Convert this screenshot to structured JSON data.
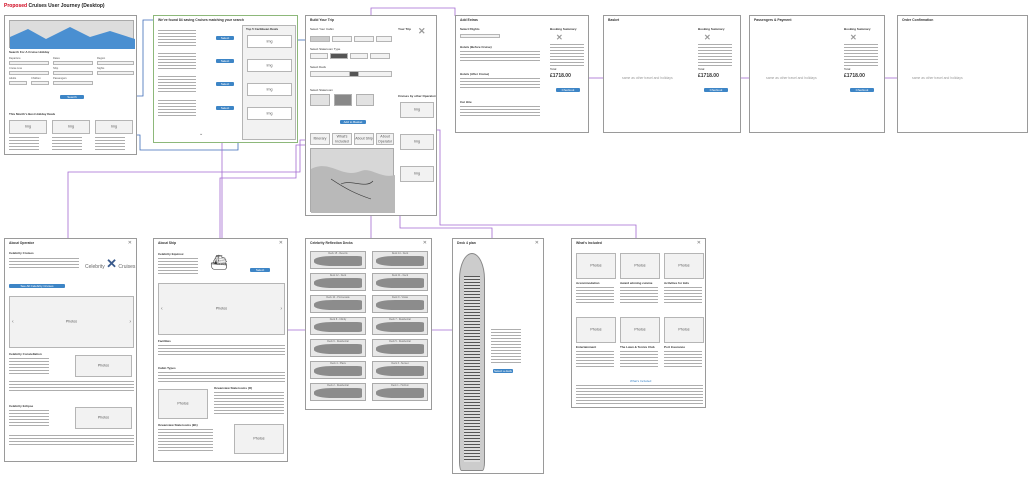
{
  "diagram_title": {
    "part1": "Proposed",
    "part2": "Cruises User Journey (Desktop)"
  },
  "colors": {
    "title_red": "#d0021b",
    "button_blue": "#3d85c6",
    "connector_purple": "#a36ad1",
    "connector_blue": "#3d6bb8",
    "selected_frame_green": "#8db87a"
  },
  "frames": {
    "home": {
      "title": "Search For A Cruise Holiday",
      "labels": {
        "departure": "Departure",
        "dates": "Dates",
        "region": "Region",
        "cruise_line": "Cruise Line",
        "ship": "Ship",
        "nights": "Nights",
        "adults": "Adults",
        "children": "Children",
        "passengers": "Passengers"
      },
      "button": "Search",
      "deals_title": "This Month's Best Holiday Deals",
      "deal_placeholder": "Img"
    },
    "results": {
      "title": "We've found 84 saving Cruises matching your search",
      "offer_box_title": "Top 5 Caribbean Deals",
      "select_label": "Select",
      "img_label": "Img"
    },
    "build_trip": {
      "title": "Build Your Trip",
      "your_trip": "Your Trip",
      "select_a_cabin": "Select Your Cabin",
      "step_1": "Select Stateroom Type",
      "step_2": "Select Deck",
      "step_3": "Select Stateroom",
      "tab_labels": [
        "Itinerary",
        "What's Included",
        "About Ship",
        "About Operator"
      ],
      "other_operators": "Cruises by other Operators",
      "cta": "Add to Basket"
    },
    "add_extras": {
      "title": "Add Extras",
      "select_flights": "Select Flights",
      "hotels_before": "Hotels (Before Cruise)",
      "hotels_after": "Hotels (After Cruise)",
      "car_hire": "Car Hire",
      "booking_summary": "Booking Summary",
      "total_label": "Total",
      "total": "£1718.00",
      "cta": "Checkout"
    },
    "basket": {
      "title": "Basket",
      "placeholder": "same as other travel and holidays",
      "booking_summary": "Booking Summary",
      "total_label": "Total",
      "total": "£1718.00",
      "cta": "Checkout"
    },
    "passengers": {
      "title": "Passengers & Payment",
      "placeholder": "same as other travel and holidays",
      "booking_summary": "Booking Summary",
      "total_label": "Total",
      "total": "£1718.00",
      "cta": "Checkout"
    },
    "confirmation": {
      "title": "Order Confirmation",
      "placeholder": "same as other travel and holidays"
    },
    "about_operator": {
      "title": "About Operator",
      "heading": "Celebrity Cruises",
      "logo_text": "Celebrity",
      "logo_suffix": "Cruises",
      "button": "See All Celebrity Cruises",
      "photos": "Photos",
      "sub1": "Celebrity Constellation",
      "sub2": "Celebrity Eclipse",
      "img": "Img"
    },
    "about_ship": {
      "title": "About Ship",
      "heading": "Celebrity Equinox",
      "button": "Select",
      "photos": "Photos",
      "facilities": "Facilities",
      "cabin_types": "Cabin Types",
      "suite_a": "Oceanview Staterooms (O)",
      "suite_b": "Oceanview Staterooms (B1)"
    },
    "deck_plans": {
      "title": "Celebrity Reflection Decks",
      "decks": [
        "Deck 15 - Resorts",
        "Deck 14 - Deck",
        "Deck 12 - Deck",
        "Deck 11 - Deck",
        "Deck 10 - Promenade",
        "Deck 9 - Vistas",
        "Deck 8 - Infinity",
        "Deck 7 - Residential",
        "Deck 6 - Residential",
        "Deck 5 - Residential",
        "Deck 4 - Plaza",
        "Deck 3 - Sunset",
        "Deck 2 - Residential",
        "Deck 1 - Horizon"
      ]
    },
    "deck_plan": {
      "title": "Deck 4 plan",
      "button": "Select a deck"
    },
    "whats_included": {
      "title": "What's Included",
      "photos": "Photos",
      "items": [
        "Accommodation",
        "Award winning cuisine",
        "Activities for kids",
        "Entertainment",
        "The Lawn & Tennis Club",
        "Port Insurance"
      ],
      "link": "What's Included"
    }
  }
}
